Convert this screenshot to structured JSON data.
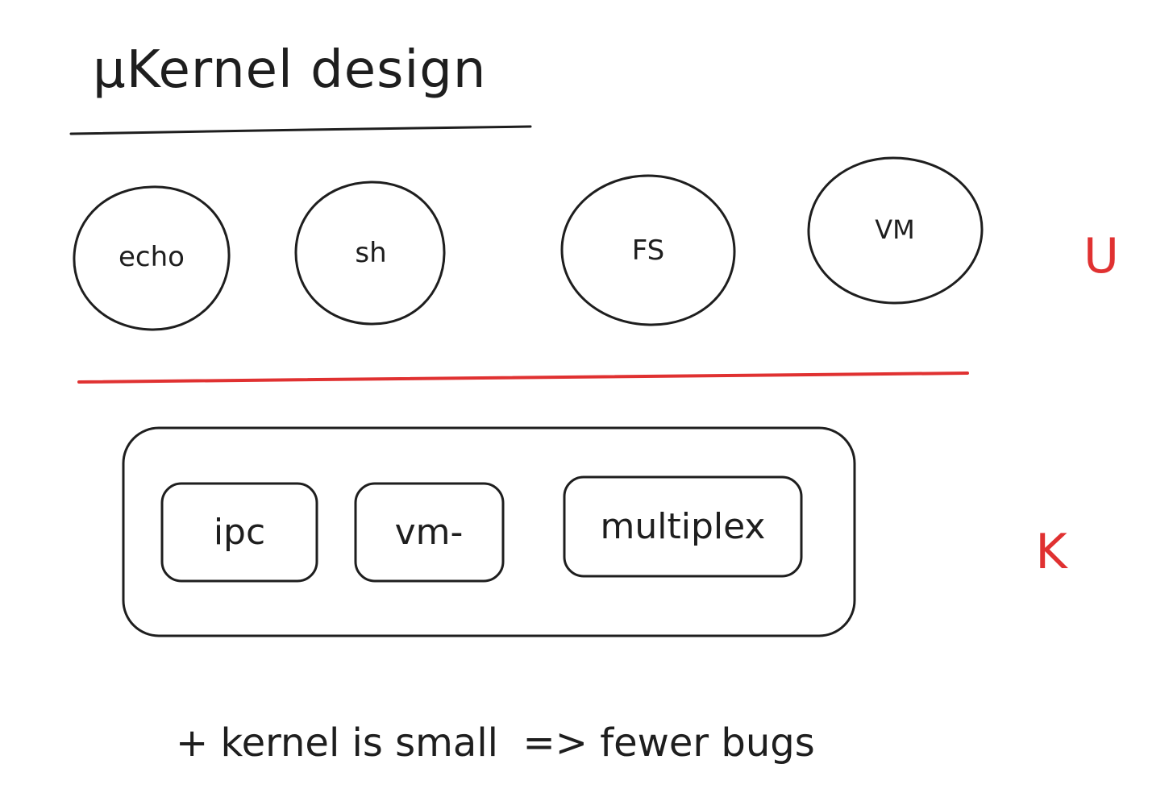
{
  "title": "µKernel design",
  "user_space": {
    "label": "U",
    "processes": [
      {
        "label": "echo"
      },
      {
        "label": "sh"
      },
      {
        "label": "FS"
      },
      {
        "label": "VM"
      }
    ]
  },
  "kernel_space": {
    "label": "K",
    "components": [
      {
        "label": "ipc"
      },
      {
        "label": "vm-"
      },
      {
        "label": "multiplex"
      }
    ]
  },
  "footnote": "+ kernel is small  => fewer bugs",
  "colors": {
    "ink": "#1e1e1e",
    "accent": "#e03131",
    "background": "#ffffff"
  }
}
